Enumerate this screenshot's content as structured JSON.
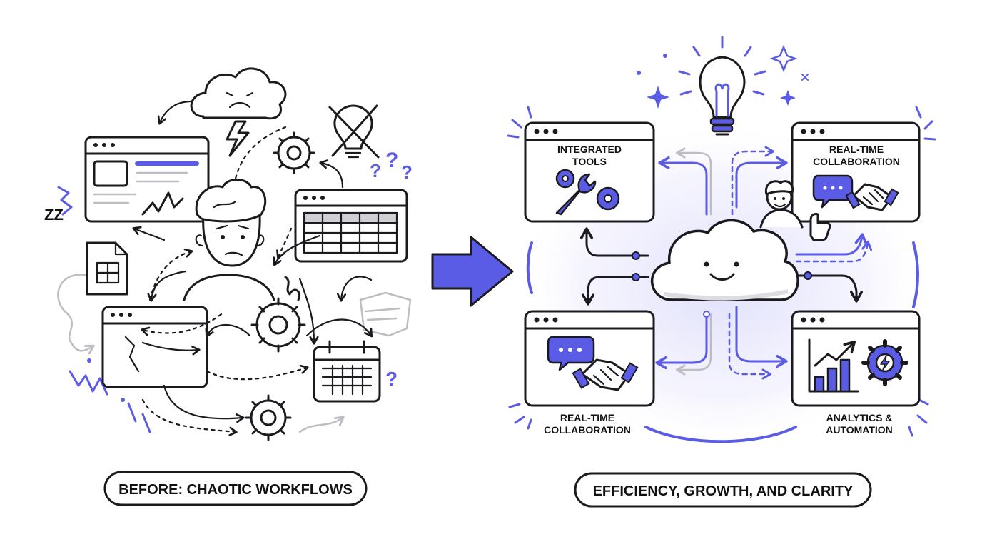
{
  "colors": {
    "accent": "#5b5ce6",
    "ink": "#1b1b1f",
    "muted": "#bdbdc2",
    "background": "#ffffff"
  },
  "before": {
    "caption": "BEFORE: CHAOTIC WORKFLOWS",
    "question_marks": [
      "?",
      "?",
      "?",
      "?"
    ],
    "sleep_text": "ZZ"
  },
  "after": {
    "caption": "EFFICIENCY, GROWTH, AND CLARITY",
    "panels": {
      "integrated_tools": {
        "line1": "INTEGRATED",
        "line2": "TOOLS"
      },
      "collaboration_top": {
        "line1": "REAL-TIME",
        "line2": "COLLABORATION"
      },
      "collaboration_bottom": {
        "line1": "REAL-TIME",
        "line2": "COLLABORATION"
      },
      "analytics": {
        "line1": "ANALYTICS &",
        "line2": "AUTOMATION"
      }
    }
  },
  "icons": [
    "sad-cloud-icon",
    "lightning-icon",
    "crossed-lightbulb-icon",
    "gear-icon",
    "spreadsheet-icon",
    "calendar-icon",
    "document-icon",
    "confused-person-icon",
    "arrow-right-icon",
    "lightbulb-icon",
    "smiling-cloud-icon",
    "wrench-icon",
    "chat-bubble-icon",
    "handshake-icon",
    "bar-chart-icon",
    "thumbs-up-person-icon"
  ]
}
